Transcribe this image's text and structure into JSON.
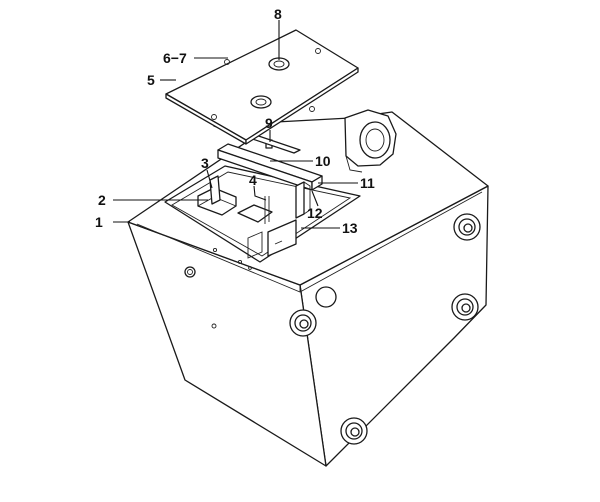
{
  "callouts": {
    "c1": "1",
    "c2": "2",
    "c3": "3",
    "c4": "4",
    "c5": "5",
    "c6_7": "6−7",
    "c8": "8",
    "c9": "9",
    "c10": "10",
    "c11": "11",
    "c12": "12",
    "c13": "13"
  }
}
